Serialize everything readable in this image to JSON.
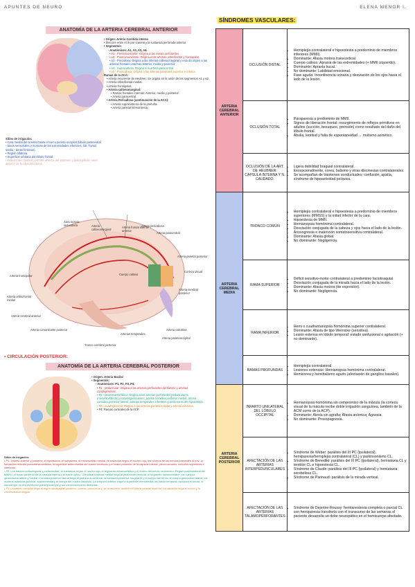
{
  "header": {
    "left": "APUNTES DE NEURO",
    "right": "ELENA MENOR I."
  },
  "left": {
    "aca": {
      "title": "ANATOMÍA DE LA ARTERIA CEREBRAL ANTERIOR",
      "origin": "• Origen: Arteria Carótida interna",
      "origin2": "• Discurre entre el III par craneal y la sustancia perforada anterior.",
      "segments": "• Segmentos:",
      "anatomic": "- Anatómicos: A1, A2, A3, A4.",
      "a1": "• A1 - Precomunicante: Origina a las ramas perforantes.",
      "a2": "• A2 - Postcomunicante: Origina a las arterias orbitofrontal y frontopolar.",
      "a3": "• A3 - Precallosa: Origina a las arterias callosa marginal y esta da origen a las arterias frontales internas anterior, media y posterior.",
      "a4": "• A4 - Supracallosa: Origina a la arteria paracentral.",
      "a5": "• A5 - Postcallosa: Origina a las arterias parietales superior e inferior.",
      "ramas": "Ramas de la ACA:",
      "r1": "• Arteria recurrente de Heubner: Se origina en la unión de los segmentos A1 y A2.",
      "r2": "• Arteria orbitofrontal medial.",
      "r3": "• Arteria frontopolar.",
      "r4": "• Arteria callosomarginal:",
      "r4a": "▪ Ramas frontales internas: Anterior, media y posterior.",
      "r4b": "▪ Arteria paracentral.",
      "r5": "• Arteria Pericallosa (continuación de la ACA):",
      "r5a": "▪ Arteria supracinterna de la precuña.",
      "r5b": "▪ Arteria parietal inferointerna.",
      "sitios_title": "Sitios de irrigación:",
      "s1": "• Cara medial del cerebro hasta el surco parieto-occipital (lóbulo paracentral - áreas sensoriales y motoras de las extremidades inferiores, lób. frontal medio - áreas límbicas).",
      "s2": "• Región olfatoria.",
      "s3": "• Superficie orbitaria del lóbulo frontal.",
      "s4": "• Cabeza del caudado, porción anterior del putamen y globo pálido, rama anterior de la cápsula interna."
    },
    "diagram": {
      "l1": "Área motora secundaria",
      "l2": "Arteria callosomarginal",
      "l3": "Arteria frontal interna anterior",
      "l4": "Arteria paracentral",
      "l5": "Arteria parietal posterior",
      "l6": "Arteria cerebral posterior",
      "l7": "Corteza visual",
      "l8": "Arteria calcarina",
      "l9": "Arteria parietooccipital",
      "l10": "Tronco cerebral posterior",
      "l11": "Arteria cerebral anterior",
      "l12": "Arteria frontopolar",
      "l13": "Arteria orbitofrontal medial",
      "l14": "Arteria comunicante posterior",
      "l15": "Arterias temporales",
      "l16": "Arteria pericallosa",
      "l17": "Cuerpo calloso"
    },
    "circ_title": "• CIRCULACIÓN POSTERIOR:",
    "pca": {
      "title": "ANATOMÍA DE LA ARTERIA CEREBRAL POSTERIOR",
      "origin": "• Origen: Arteria Basilar",
      "segments": "• Segmentos:",
      "anatomic": "- Anatómicos: P1, P2, P3, P4.",
      "p1": "• P1 - peduncular: Origina a las arterias perforantes del tálamo y arterias cuadrigéminas.",
      "p2": "• P2 - perimesencefálico: Origina a las arterias perforantes pedunculares (mesencefálicas) y talamogeniculares, arteria coroidea posterior medial, arteria coroidea posterior lateral, arterias temporales inferiores y posteriores del hipocampo.",
      "p3": "• P3 - cuadrigéminal: Origina a las arterias parietooccipital y arteria calcarina.",
      "p4": "• P4: Ramas corticales de la ACP.",
      "sitios_title": "Sitios de irrigación:",
      "s1": "• P1: Tálamo anterior y posterior, el hipotálamo, el subtálamo, el mesencéfalo medial, la sustancia negra, el núcleo rojo, los núcleos de los nervios craneales III y IV, la formación reticular pontomesencefálica, la superficie anteromedial del cuarto ventrículo y el brazo posterior de la cápsula interna, plexo coroideo, colículos superiores e inferiores.",
      "s2": "• P2: Los tractos corticoespinal y corticobulbar, la sustancia negra, el núcleo rojo, el tegmento mesencefálico y el núcleo del nervio oculomotor. Región posterolateral del tálamo, el brazo posterior de la cápsula interna y el tracto óptico. Coroidea posterior medial irriga al pedúnculo cerebral, el tegmento mesencefálico, los cuerpos geniculados lateral y medial. Coroidea posterior lateral irriga al pedúnculo cerebral, la comisura posterior, los pilares y el cuerpo del fórnix, el cuerpo geniculado lateral, los núcleos talámicos pulvinar, superomedial y el cuerpo del núcleo caudado. La temporal inferior irriga la superficie inferomedial del lóbulo temporal, incluidos el uncus, el hipocampo, la circunvolución parahipocampal y las circunvoluciones dentadas.",
      "s3": "• P3: La parieto occipital irriga la región parasagital posterior, cuneus, precuneus y, en ocasiones, también el lóbulo parietal superior. La calcarina irriga el cuneo y la circunvolución lingual."
    }
  },
  "right": {
    "title": "SÍNDROMES VASCULARES:",
    "groups": [
      {
        "name": "ARTERIA CEREBRAL ANTERIOR",
        "color": "#f2a6b4"
      },
      {
        "name": "ARTERIA CEREBRAL MEDIA",
        "color": "#b8c8ec"
      },
      {
        "name": "ARTERIA CEREBRAL POSTERIOR",
        "color": "#fce6ae"
      }
    ],
    "rows": [
      {
        "sub": "OCLUSIÓN DISTAL",
        "items": [
          "Hemiplejía contralateral e hipoestesia a predominio de miembros inferiores (MMII).",
          "Dominante: Afasia motora transcortical.",
          "Cuerpo calloso: Apraxia de las extremidades (+ MMII izquierdo).",
          "Dominante: Apraxia bucal.",
          "No dominante: Labilidad emocional.",
          "Fase aguda: Incontinencia urinaria y desviación de los ojos hacia el lado de la lesión."
        ]
      },
      {
        "sub": "OCLUSIÓN TOTAL",
        "items": [
          "Paraparesia a predominio de MMII.",
          "Signos de liberación frontal: resurgimiento de reflejos primitivos en adultos (succión, besuqueo, prensión) como resultado del daño del lóbulo frontal.",
          "Abulia, lentitud y falta de espontaneidad → mutismo acinético."
        ]
      },
      {
        "sub": "OCLUSIÓN DE LA ART. DE HEUBNER: CÁPSULA INTERNA Y N. CAUDADO.",
        "items": [
          "Ligera debilidad braquial contralateral.",
          "Excepcionalmente, corea, balismo y otras discinesias contralaterales.",
          "Se acompañan de trastornos conductuales: confusión, apatía, síndrome de hipoactividad psíquica."
        ]
      },
      {
        "sub": "TRONCO COMÚN",
        "items": [
          "Hemiplejía contralateral e hipoestesia a predominio de miembros superiores (MMSS) y la mitad inferior de la cara.",
          "Hipoestesia de MMII.",
          "Hemianopsia homónima contralateral.",
          "Desviación conjugada de la cabeza y ojos hacia el lado de la lesión.",
          "Anosognosia e inatención somatosensitiva contralateral.",
          "Dominante: Afasia global.",
          "No dominante: Negligencia."
        ]
      },
      {
        "sub": "RAMA SUPERIOR",
        "items": [
          "Déficit sensitivo-motor contralateral a predominio faciobraquial.",
          "Desviación conjugada de la mirada hacia el lado de la lesión.",
          "Dominante: Afasia motora (de expresión).",
          "No dominante: Negligencia."
        ]
      },
      {
        "sub": "RAMA INFERIOR",
        "items": [
          "Hemi o cuadrantanopsia homónima superior contralateral.",
          "Dominante: Afasia de tipo Wernicke (sensitiva).",
          "Lesión extensa en lóbulo temporal: estado confusional o agitación (+ no dominante)."
        ]
      },
      {
        "sub": "RAMAS PROFUNDAS",
        "items": [
          "Hemiplejía contralateral.",
          "Lesiones extensas: Hemianopsia homónima contralateral.",
          "Hemicorea y hemibalismo agudo (afectación de ganglios basales)."
        ]
      },
      {
        "sub": "INFARTO UNILATERAL DEL LÓBULO OCCIPITAL",
        "items": [
          "Hemianopsia homónima sin compromiso de la mácula (la corteza visual de la mácula recibe doble irrigación sanguínea, también de la ACM como de la ACP).",
          "Dominante: Alexia sin agrafia; Afasia anómica; Agnosia.",
          "No dominante: Prosopagnosia."
        ]
      },
      {
        "sub": "AFECTACIÓN DE LAS ARTERIAS INTERPEDUNCULARES",
        "items": [
          "Síndrome de Weber: parálisis del III PC (ipsilateral), hemiparesia/hemiplejía contralateral (CL) y parkinsonismo CL.",
          "Síndrome de Benedikt: parálisis del III PC (ipsilateral), hemiataxia CL y temblor CL e hipoestesia CL.",
          "Síndrome de Claude: parálisis del III PC (ipsilateral) y hemiataxia cerebelosa CL.",
          "Síndrome de Parinaud: parálisis de la mirada vertical."
        ]
      },
      {
        "sub": "AFECTACIÓN DE LAS ARTERIAS TALAMOPERFORANTES",
        "items": [
          "Síndrome de Dejerine-Roussy: hemianestesia completa o parcial CL con hemiparesia transitoria con el transcurso de las semanas el paciente desarrolla un dolor neuropático en el hemicuerpo afectado."
        ]
      }
    ]
  }
}
